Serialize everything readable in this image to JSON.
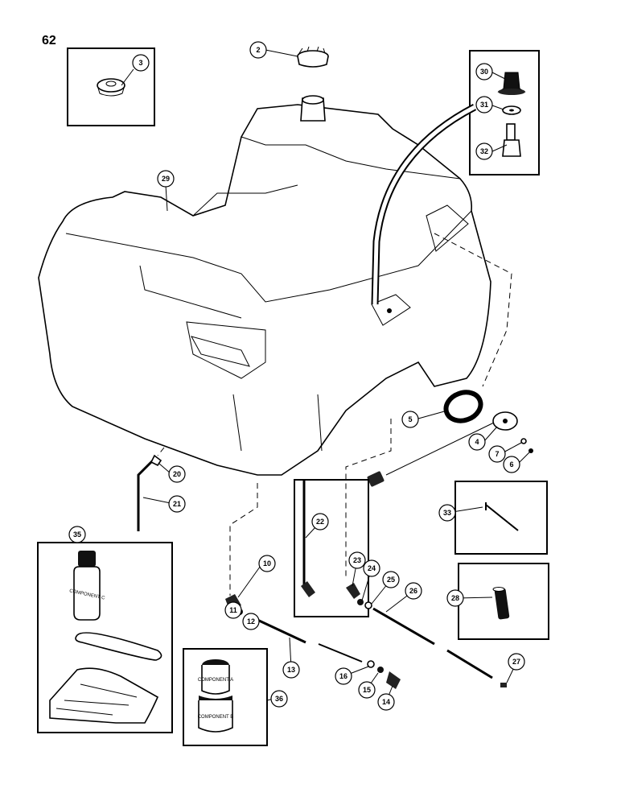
{
  "page_number": "62",
  "callouts": [
    "2",
    "3",
    "4",
    "5",
    "6",
    "7",
    "10",
    "11",
    "12",
    "13",
    "14",
    "15",
    "16",
    "20",
    "21",
    "22",
    "23",
    "24",
    "25",
    "26",
    "27",
    "28",
    "29",
    "30",
    "31",
    "32",
    "33",
    "35",
    "36"
  ],
  "container_labels": {
    "bottle_35": "COMPONENT C",
    "can_36_top": "COMPONENT A",
    "can_36_bottom": "COMPONENT B"
  }
}
